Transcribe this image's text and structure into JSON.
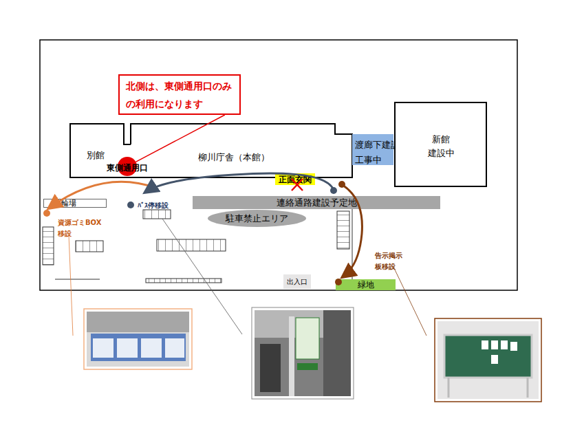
{
  "diagram": {
    "nodes": [
      {
        "text": [
          "北側は、東側通用口のみ の利用になります"
        ]
      },
      {
        "text": [
          "別館"
        ]
      },
      {
        "text": [
          "柳川庁舎（本館）"
        ]
      },
      {
        "text": [
          "東側通用口"
        ]
      },
      {
        "text": [
          "正面玄関"
        ],
        "in": 2
      },
      {
        "text": [
          "渡廊下建設 工事中"
        ]
      },
      {
        "text": [
          "新館 建設中"
        ]
      },
      {
        "text": [
          "駐輪場"
        ]
      },
      {
        "text": [
          "連絡通路建設予定地"
        ]
      },
      {
        "text": [
          "駐車禁止エリア"
        ]
      },
      {
        "text": [
          "出入口"
        ]
      },
      {
        "text": [
          "緑地"
        ]
      }
    ],
    "edges": [
      {
        "from": 0,
        "to": 3,
        "arrow": "none"
      }
    ],
    "labels": [
      "ﾊﾞｽ停移設",
      "資源ゴミBOX 移設",
      "告示掲示 板移設"
    ]
  }
}
